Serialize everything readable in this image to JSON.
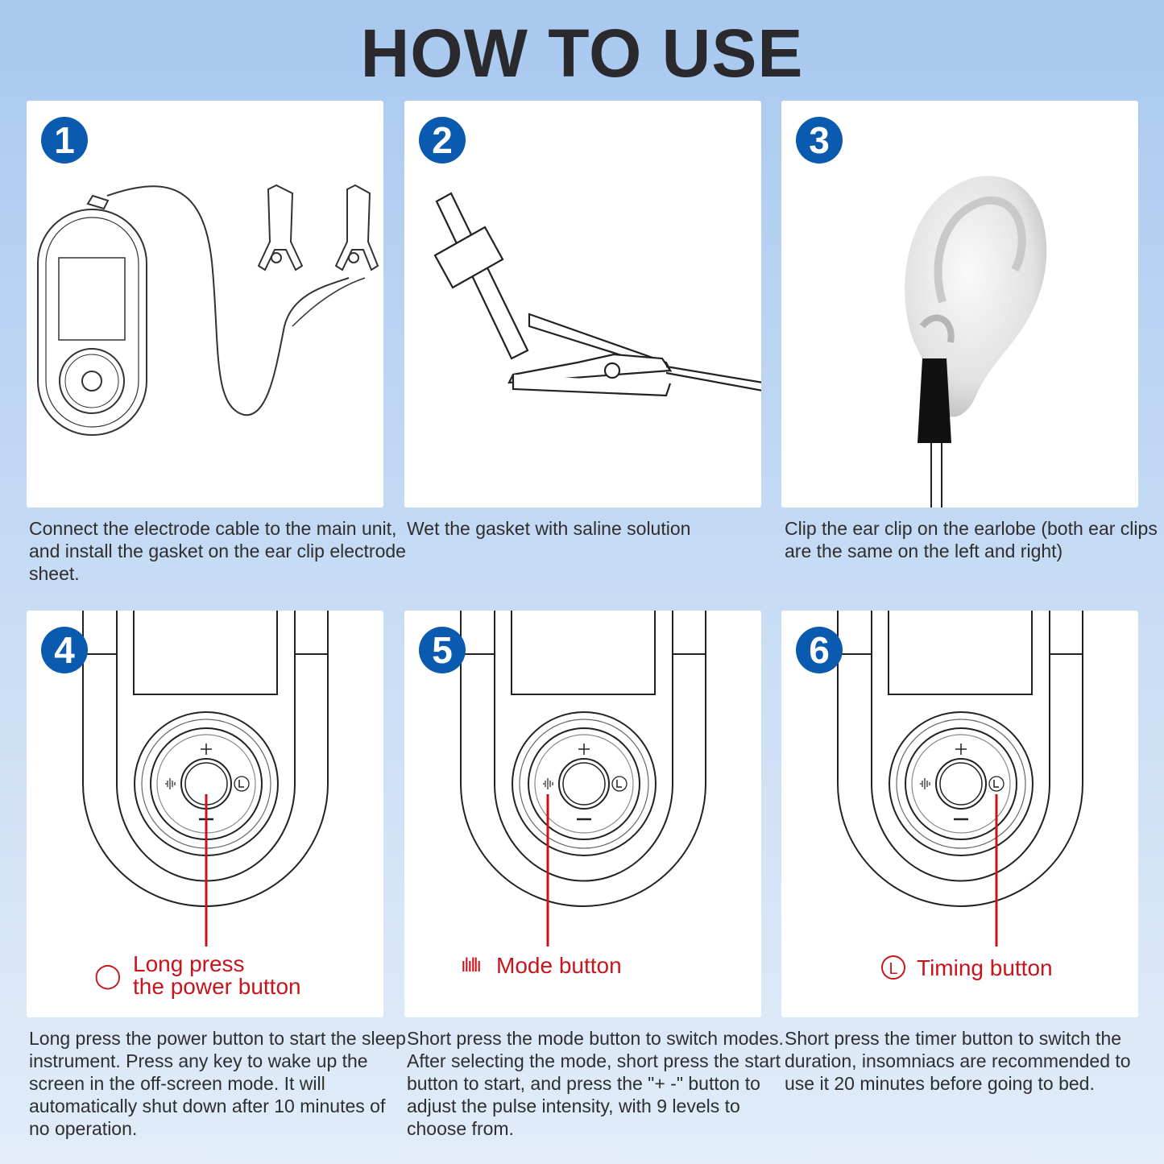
{
  "title": "HOW TO USE",
  "accent_color": "#0a5bb0",
  "highlight_color": "#c8141c",
  "steps": [
    {
      "number": "1",
      "caption": "Connect the electrode cable to the main unit, and install the gasket on the ear clip electrode sheet."
    },
    {
      "number": "2",
      "caption": "Wet the gasket with saline solution"
    },
    {
      "number": "3",
      "caption": "Clip the ear clip on the earlobe (both ear clips are the same on the left and right)"
    },
    {
      "number": "4",
      "label_line1": "Long press",
      "label_line2": "the power button",
      "caption": "Long press the power button to start the sleep instrument. Press any key to wake up the screen in the off-screen mode. It will automatically shut down after 10 minutes of no operation."
    },
    {
      "number": "5",
      "label_line1": "Mode button",
      "caption": "Short press the mode button to switch modes. After selecting the mode, short press the start button to start, and press the \"+ -\" button to adjust the pulse intensity, with 9 levels to choose from."
    },
    {
      "number": "6",
      "label_line1": "Timing button",
      "caption": "Short press the timer button to switch the duration, insomniacs are recommended to use it 20 minutes before going to bed."
    }
  ]
}
